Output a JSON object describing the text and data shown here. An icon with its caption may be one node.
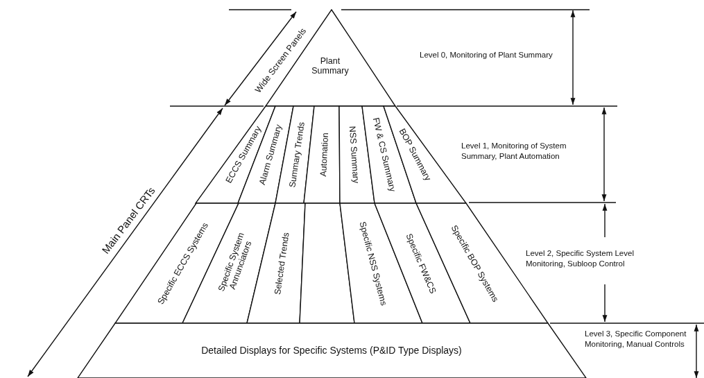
{
  "diagram": {
    "nodes": [
      {
        "text": [
          "Plant Summary"
        ]
      },
      {
        "text": [
          "ECCS Summary"
        ]
      },
      {
        "text": [
          "Alarm Summary"
        ]
      },
      {
        "text": [
          "Summary Trends"
        ]
      },
      {
        "text": [
          "Automation"
        ]
      },
      {
        "text": [
          "NSS Summary"
        ]
      },
      {
        "text": [
          "FW & CS Summary"
        ]
      },
      {
        "text": [
          "BOP Summary"
        ]
      },
      {
        "text": [
          "Specific ECCS Systems"
        ]
      },
      {
        "text": [
          "Specific System Annunciators"
        ]
      },
      {
        "text": [
          "Selected Trends"
        ]
      },
      {
        "text": [],
        "shape": "box"
      },
      {
        "text": [
          "Specific NSS Systems"
        ]
      },
      {
        "text": [
          "Specific FW&CS"
        ]
      },
      {
        "text": [
          "Specific BOP Systems"
        ]
      },
      {
        "text": [
          "Detailed Displays for Specific Systems (P&ID Type Displays)"
        ]
      }
    ],
    "labels": [
      "Wide Screen Panels",
      "Level 0, Monitoring of Plant Summary",
      "Level 1, Monitoring of System Summary, Plant Automation",
      "Main Panel CRTs",
      "Level 2, Specific System Level Monitoring, Subloop Control",
      "Level 3, Specific Component Monitoring, Manual Controls"
    ]
  }
}
